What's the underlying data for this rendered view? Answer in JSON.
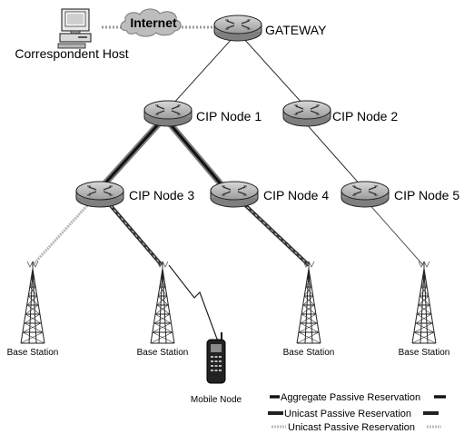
{
  "labels": {
    "internet": "Internet",
    "correspondent_host": "Correspondent Host",
    "gateway": "GATEWAY",
    "cip1": "CIP Node 1",
    "cip2": "CIP Node 2",
    "cip3": "CIP Node 3",
    "cip4": "CIP Node 4",
    "cip5": "CIP Node 5",
    "bs1": "Base Station",
    "bs2": "Base Station",
    "bs3": "Base Station",
    "bs4": "Base Station",
    "mobile_node": "Mobile Node"
  },
  "legend": {
    "aggregate": "Aggregate Passive Reservation",
    "unicast_solid": "Unicast Passive Reservation",
    "unicast_light": "Unicast Passive Reservation"
  },
  "icons": {
    "router": "router-icon",
    "host": "computer-icon",
    "cloud": "cloud-icon",
    "tower": "antenna-tower-icon",
    "phone": "mobile-phone-icon"
  }
}
